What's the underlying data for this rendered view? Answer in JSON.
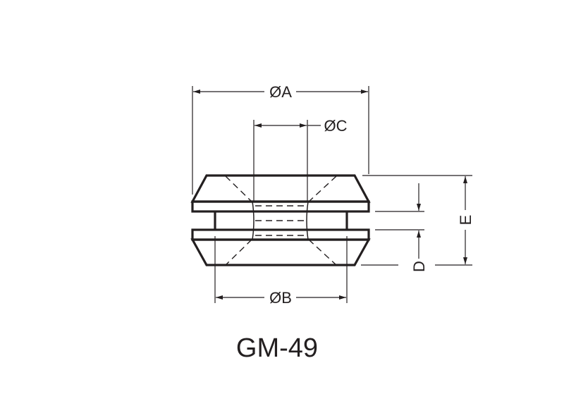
{
  "title": "GM-49",
  "dimensions": {
    "a": "ØA",
    "b": "ØB",
    "c": "ØC",
    "d": "D",
    "e": "E"
  },
  "colors": {
    "line": "#231f20"
  }
}
